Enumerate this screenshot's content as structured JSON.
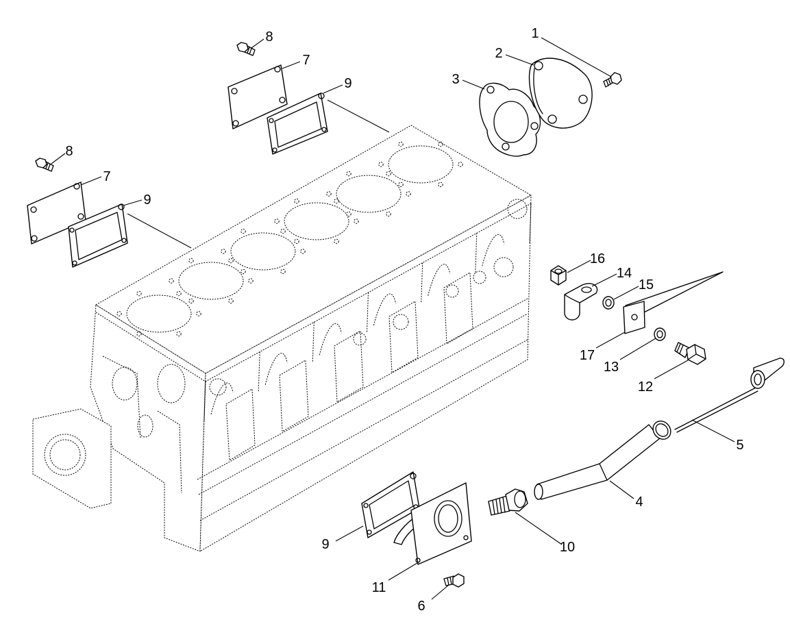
{
  "diagram": {
    "callouts": [
      "1",
      "2",
      "3",
      "8",
      "7",
      "9",
      "8",
      "7",
      "9",
      "16",
      "14",
      "15",
      "17",
      "13",
      "12",
      "5",
      "4",
      "10",
      "9",
      "11",
      "6"
    ]
  },
  "colors": {
    "line": "#000000",
    "background": "#ffffff"
  }
}
